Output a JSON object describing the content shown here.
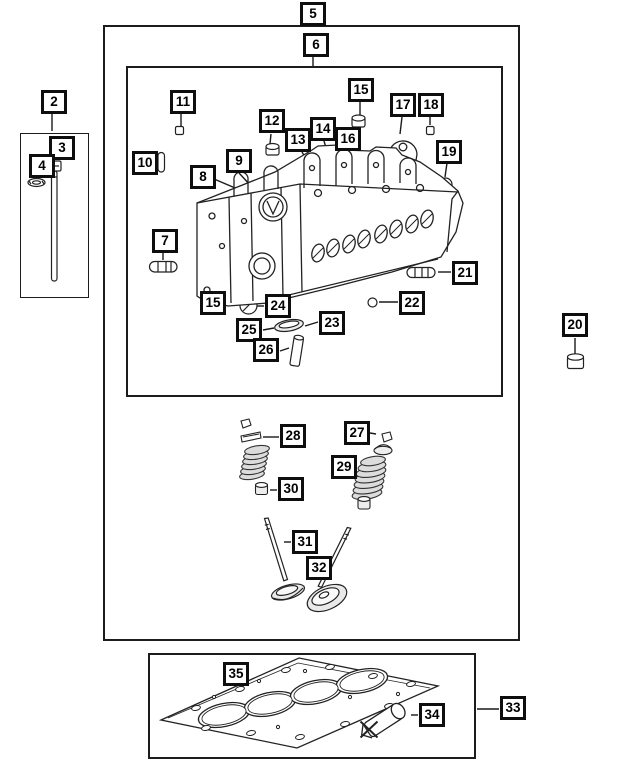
{
  "diagram": {
    "type": "exploded-parts-diagram",
    "subject": "engine cylinder head, valves and head gasket line art",
    "colors": {
      "paper": "#ffffff",
      "line": "#1c1c1c",
      "shade": "#dcdcdc"
    }
  },
  "callouts": {
    "2": {
      "label": "2"
    },
    "3": {
      "label": "3"
    },
    "4": {
      "label": "4"
    },
    "5": {
      "label": "5"
    },
    "6": {
      "label": "6"
    },
    "7": {
      "label": "7"
    },
    "8": {
      "label": "8"
    },
    "9": {
      "label": "9"
    },
    "10": {
      "label": "10"
    },
    "11": {
      "label": "11"
    },
    "12": {
      "label": "12"
    },
    "13": {
      "label": "13"
    },
    "14": {
      "label": "14"
    },
    "15a": {
      "label": "15"
    },
    "15b": {
      "label": "15"
    },
    "16": {
      "label": "16"
    },
    "17": {
      "label": "17"
    },
    "18": {
      "label": "18"
    },
    "19": {
      "label": "19"
    },
    "20": {
      "label": "20"
    },
    "21": {
      "label": "21"
    },
    "22": {
      "label": "22"
    },
    "23": {
      "label": "23"
    },
    "24": {
      "label": "24"
    },
    "25": {
      "label": "25"
    },
    "26": {
      "label": "26"
    },
    "27": {
      "label": "27"
    },
    "28": {
      "label": "28"
    },
    "29": {
      "label": "29"
    },
    "30": {
      "label": "30"
    },
    "31": {
      "label": "31"
    },
    "32": {
      "label": "32"
    },
    "33": {
      "label": "33"
    },
    "34": {
      "label": "34"
    },
    "35": {
      "label": "35"
    }
  }
}
